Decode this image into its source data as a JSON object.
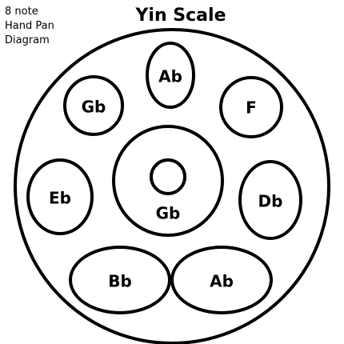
{
  "title": "Yin Scale",
  "description_lines": [
    "8 note",
    "Hand Pan",
    "Diagram"
  ],
  "notes": {
    "top": "Ab",
    "upper_left": "Gb",
    "upper_right": "F",
    "left": "Eb",
    "center_ding": "Gb",
    "right": "Db",
    "lower_left": "Bb",
    "lower_right": "Ab"
  },
  "colors": {
    "stroke": "#000000",
    "background": "#ffffff",
    "text": "#000000"
  }
}
